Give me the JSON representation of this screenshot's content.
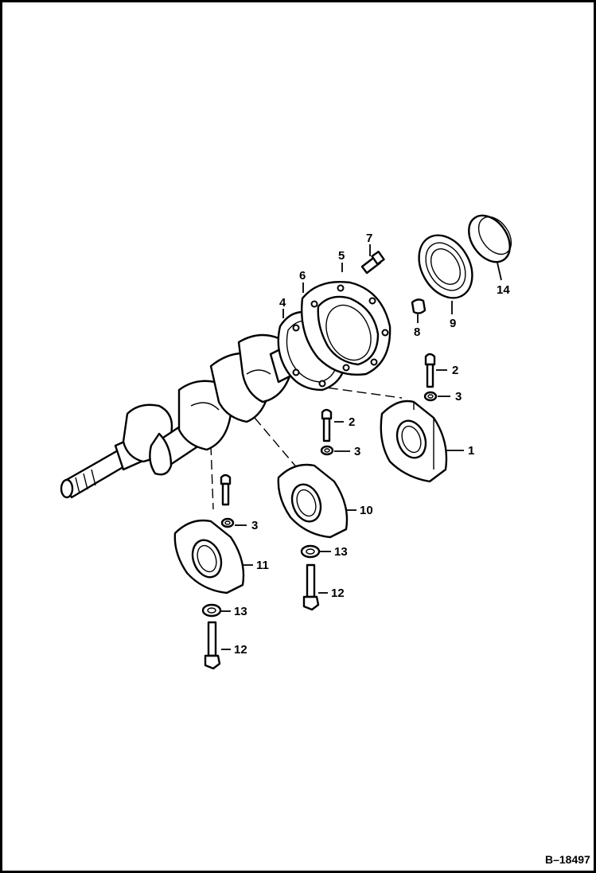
{
  "figure_ref": "B–18497",
  "callouts": {
    "c1": "1",
    "c2a": "2",
    "c2b": "2",
    "c3a": "3",
    "c3b": "3",
    "c3c": "3",
    "c4": "4",
    "c5": "5",
    "c6": "6",
    "c7": "7",
    "c8": "8",
    "c9": "9",
    "c10": "10",
    "c11": "11",
    "c12a": "12",
    "c12b": "12",
    "c13a": "13",
    "c13b": "13",
    "c14": "14"
  },
  "colors": {
    "line": "#000000",
    "background": "#ffffff"
  }
}
